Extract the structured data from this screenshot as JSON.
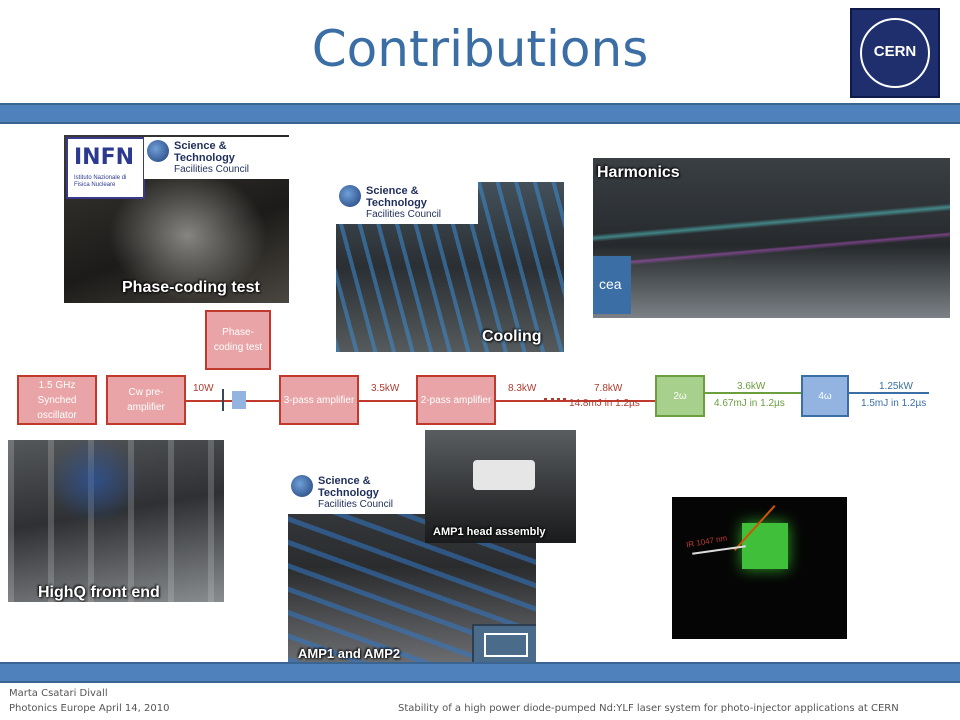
{
  "title": "Contributions",
  "logo": {
    "text": "CERN"
  },
  "stfc": {
    "line1": "Science & Technology",
    "line2": "Facilities Council"
  },
  "infn": {
    "name": "INFN",
    "sub": "Istituto Nazionale di Fisica Nucleare"
  },
  "cea": "cea",
  "photos": {
    "phase_coding": "Phase-coding test",
    "cooling": "Cooling",
    "harmonics": "Harmonics",
    "highq": "HighQ front end",
    "amp_head": "AMP1 head assembly",
    "amp12": "AMP1 and AMP2",
    "ir_label": "IR 1047 nm"
  },
  "diagram": {
    "phase_box": "Phase-coding test",
    "osc": "1.5 GHz Synched oscillator",
    "cw": "Cw pre-amplifier",
    "p10w": "10W",
    "amp3": "3-pass amplifier",
    "p35kw": "3.5kW",
    "amp2": "2-pass amplifier",
    "p83kw": "8.3kW",
    "p78kw": "7.8kW",
    "e148": "14.8mJ in 1.2µs",
    "h2": "2ω",
    "p36kw": "3.6kW",
    "e467": "4.67mJ in 1.2µs",
    "h4": "4ω",
    "p125kw": "1.25kW",
    "e15": "1.5mJ in 1.2µs"
  },
  "footer": {
    "author": "Marta Csatari Divall",
    "event": "Photonics Europe April 14, 2010",
    "talk": "Stability of a high power diode-pumped Nd:YLF laser system for photo-injector applications at CERN"
  }
}
